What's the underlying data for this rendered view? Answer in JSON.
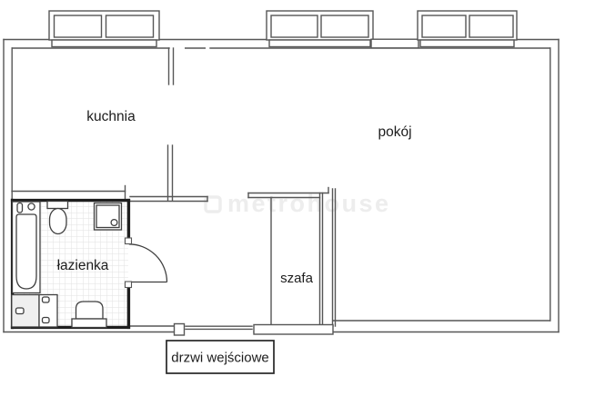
{
  "labels": {
    "kitchen": "kuchnia",
    "room": "pokój",
    "bathroom": "łazienka",
    "wardrobe": "szafa",
    "entrance_door": "drzwi wejściowe"
  },
  "watermark": {
    "text": "metrohouse"
  },
  "icons": {
    "window-symbol": "double-pane rectangle on outer wall",
    "bathtub-symbol": "rounded rectangle with tap and drain circle",
    "toilet-symbol": "oval bowl with cistern rectangle",
    "shower-symbol": "square tray with drain circle",
    "washbasin-symbol": "rounded bowl on base plinth",
    "cabinet-symbol": "rectangle with small handle",
    "door-swing-symbol": "quarter-circle arc with leaf line",
    "entrance-door-symbol": "double parallel lines in wall opening"
  },
  "colors": {
    "wall_line": "#565656",
    "bathroom_wall": "#1e1e1e",
    "tile_grid": "#e2e2e2",
    "cabinet_fill": "#efefef",
    "label_text": "#1c1c1c",
    "watermark": "#ededed",
    "background": "#ffffff"
  }
}
